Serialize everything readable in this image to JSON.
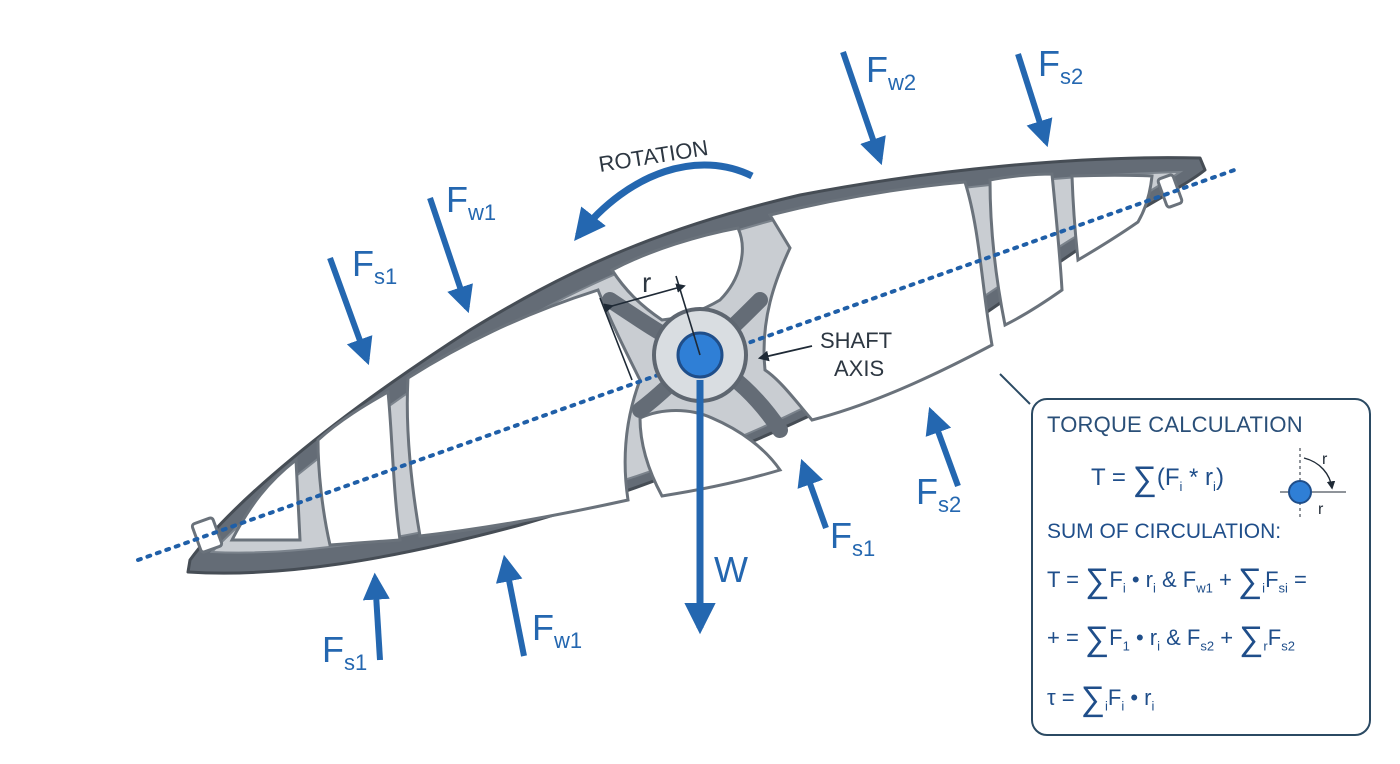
{
  "labels": {
    "rotation": "ROTATION",
    "shaft_axis_line1": "SHAFT",
    "shaft_axis_line2": "AXIS",
    "radius": "r",
    "weight": "W",
    "fw2_top": {
      "main": "F",
      "sub": "w2"
    },
    "fs2_top": {
      "main": "F",
      "sub": "s2"
    },
    "fw1_top": {
      "main": "F",
      "sub": "w1"
    },
    "fs1_top": {
      "main": "F",
      "sub": "s1"
    },
    "fs2_right": {
      "main": "F",
      "sub": "s2"
    },
    "fs1_right": {
      "main": "F",
      "sub": "s1"
    },
    "fw1_bottom": {
      "main": "F",
      "sub": "w1"
    },
    "fs1_bottom": {
      "main": "F",
      "sub": "s1"
    }
  },
  "panel": {
    "title": "TORQUE CALCULATION",
    "formula1": {
      "lhs": "T = ",
      "sigma": "∑",
      "body_open": "(F",
      "sub_i": "i",
      "times": " * r",
      "sub_i2": "i",
      "body_close": ")"
    },
    "icon_r_top": "r",
    "icon_r_bottom": "r",
    "subtitle": "SUM OF CIRCULATION:",
    "formula2": {
      "lhs": "T = ",
      "sigma": "∑",
      "a": "F",
      "a_sub": "i",
      "dot": " • r",
      "dot_sub": "i",
      "amp": " & F",
      "amp_sub": "w1",
      "plus": " + ",
      "sigma2": "∑",
      "sigma2_under": "i",
      "b": "F",
      "b_sub": "si",
      "end": " ="
    },
    "formula3": {
      "lhs": "+ = ",
      "sigma": "∑",
      "a": "F",
      "a_sub": "1",
      "dot": " • r",
      "dot_sub": "i",
      "amp": " & F",
      "amp_sub": "s2",
      "plus": " + ",
      "sigma2": "∑",
      "sigma2_under": "r",
      "b": "F",
      "b_sub": "s2"
    },
    "formula4": {
      "lhs": "τ = ",
      "sigma": "∑",
      "sigma_under": "i",
      "a": "F",
      "a_sub": "i",
      "dot": " • r",
      "dot_sub": "i"
    }
  },
  "colors": {
    "blade": "#5e6670",
    "blade_inner": "#d2d6db",
    "accent_blue": "#2467b0",
    "hub_blue": "#2f7fd6",
    "panel_border": "#2b4a63"
  },
  "icons": [
    "rotation-arrow-icon",
    "force-arrow-icon",
    "shaft-hub-icon",
    "radius-angle-icon"
  ]
}
